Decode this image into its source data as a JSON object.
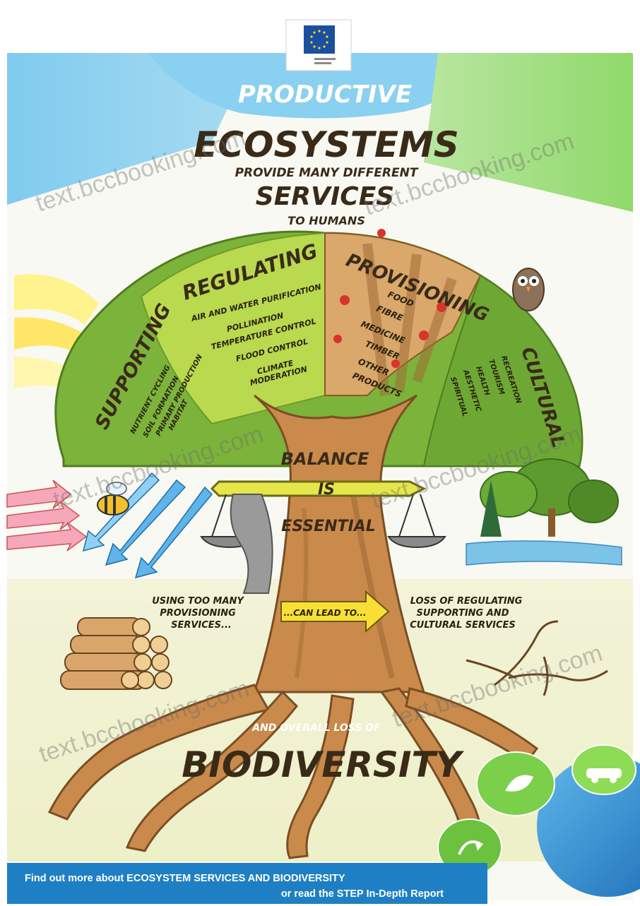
{
  "header": {
    "logo_name": "eu-flag-icon",
    "productive": "PRODUCTIVE",
    "left_arc_text": "",
    "right_arc_text": "",
    "title": "ECOSYSTEMS",
    "subtitle1": "PROVIDE MANY DIFFERENT",
    "subtitle2": "SERVICES",
    "subtitle3": "TO HUMANS"
  },
  "canopy": {
    "supporting": {
      "label": "SUPPORTING",
      "items": [
        "NUTRIENT CYCLING",
        "SOIL FORMATION",
        "PRIMARY PRODUCTION",
        "HABITAT"
      ]
    },
    "regulating": {
      "label": "REGULATING",
      "items": [
        "AIR AND WATER PURIFICATION",
        "POLLINATION",
        "TEMPERATURE CONTROL",
        "FLOOD CONTROL",
        "CLIMATE",
        "MODERATION"
      ]
    },
    "provisioning": {
      "label": "PROVISIONING",
      "items": [
        "FOOD",
        "FIBRE",
        "MEDICINE",
        "TIMBER",
        "OTHER",
        "PRODUCTS"
      ]
    },
    "cultural": {
      "label": "CULTURAL",
      "items": [
        "RECREATION",
        "TOURISM",
        "HEALTH",
        "AESTHETIC",
        "SPIRITUAL"
      ]
    }
  },
  "balance": {
    "word1": "BALANCE",
    "word2": "IS",
    "word3": "ESSENTIAL"
  },
  "flow": {
    "left": [
      "USING TOO MANY",
      "PROVISIONING",
      "SERVICES..."
    ],
    "arrow": "...CAN LEAD TO...",
    "right": [
      "LOSS OF REGULATING",
      "SUPPORTING AND",
      "CULTURAL SERVICES"
    ]
  },
  "bottom": {
    "prefix": "AND OVERALL LOSS OF",
    "word": "BIODIVERSITY"
  },
  "footer": {
    "line1": "Find out more about ECOSYSTEM SERVICES AND BIODIVERSITY",
    "line2": "or read the STEP In-Depth Report"
  },
  "watermark": "text.bccbooking.com",
  "colors": {
    "canopy_green": "#7cb33a",
    "canopy_light": "#b9d94f",
    "trunk": "#c98a4b",
    "sky_blue": "#8fd0ef",
    "footer_blue": "#1f7fc4",
    "title_dark": "#2b2110"
  }
}
